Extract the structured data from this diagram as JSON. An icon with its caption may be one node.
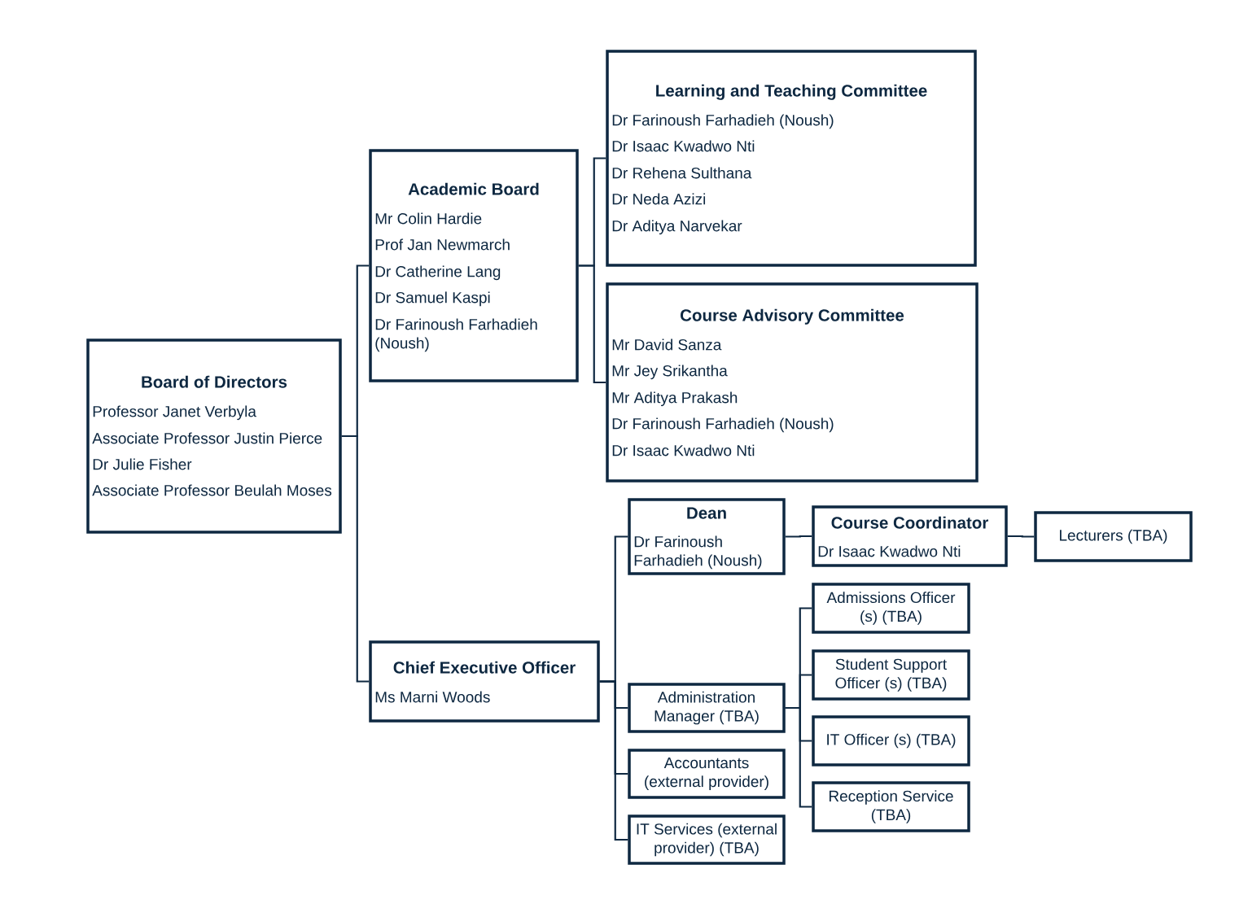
{
  "diagram": {
    "nodes": [
      {
        "text": [
          "Board of Directors",
          "Professor Janet Verbyla",
          "Associate Professor Justin Pierce",
          "Dr Julie Fisher",
          "Associate Professor Beulah Moses"
        ]
      },
      {
        "text": [
          "Academic Board",
          "Mr Colin Hardie",
          "Prof Jan Newmarch",
          "Dr Catherine Lang",
          "Dr Samuel Kaspi",
          "Dr Farinoush Farhadieh (Noush)"
        ]
      },
      {
        "text": [
          "Learning and Teaching Committee",
          "Dr Farinoush Farhadieh (Noush)",
          "Dr Isaac Kwadwo Nti",
          "Dr Rehena Sulthana",
          "Dr Neda Azizi",
          "Dr Aditya Narvekar"
        ]
      },
      {
        "text": [
          "Course Advisory Committee",
          "Mr David Sanza",
          "Mr Jey Srikantha",
          "Mr Aditya Prakash",
          "Dr Farinoush Farhadieh (Noush)",
          "Dr Isaac Kwadwo Nti"
        ]
      },
      {
        "text": [
          "Chief Executive Officer",
          "Ms Marni Woods"
        ]
      },
      {
        "text": [
          "Dean",
          "Dr Farinoush Farhadieh (Noush)"
        ]
      },
      {
        "text": [
          "Course Coordinator",
          "Dr Isaac Kwadwo Nti"
        ]
      },
      {
        "text": [
          "Lecturers (TBA)"
        ]
      },
      {
        "text": [
          "Administration Manager (TBA)"
        ]
      },
      {
        "text": [
          "Admissions Officer (s) (TBA)"
        ]
      },
      {
        "text": [
          "Student Support Officer (s) (TBA)"
        ]
      },
      {
        "text": [
          "IT Officer (s) (TBA)"
        ]
      },
      {
        "text": [
          "Reception Service (TBA)"
        ]
      },
      {
        "text": [
          "Accountants (external provider)"
        ]
      },
      {
        "text": [
          "IT Services (external provider) (TBA)"
        ]
      }
    ],
    "edges": [
      {
        "from": 0,
        "to": 1,
        "arrow": "none"
      },
      {
        "from": 0,
        "to": 4,
        "arrow": "none"
      },
      {
        "from": 1,
        "to": 2,
        "arrow": "none"
      },
      {
        "from": 1,
        "to": 3,
        "arrow": "none"
      },
      {
        "from": 4,
        "to": 5,
        "arrow": "none"
      },
      {
        "from": 4,
        "to": 8,
        "arrow": "none"
      },
      {
        "from": 4,
        "to": 13,
        "arrow": "none"
      },
      {
        "from": 4,
        "to": 14,
        "arrow": "none"
      },
      {
        "from": 5,
        "to": 6,
        "arrow": "none"
      },
      {
        "from": 6,
        "to": 7,
        "arrow": "none"
      },
      {
        "from": 8,
        "to": 9,
        "arrow": "none"
      },
      {
        "from": 8,
        "to": 10,
        "arrow": "none"
      },
      {
        "from": 8,
        "to": 11,
        "arrow": "none"
      },
      {
        "from": 8,
        "to": 12,
        "arrow": "none"
      }
    ]
  }
}
